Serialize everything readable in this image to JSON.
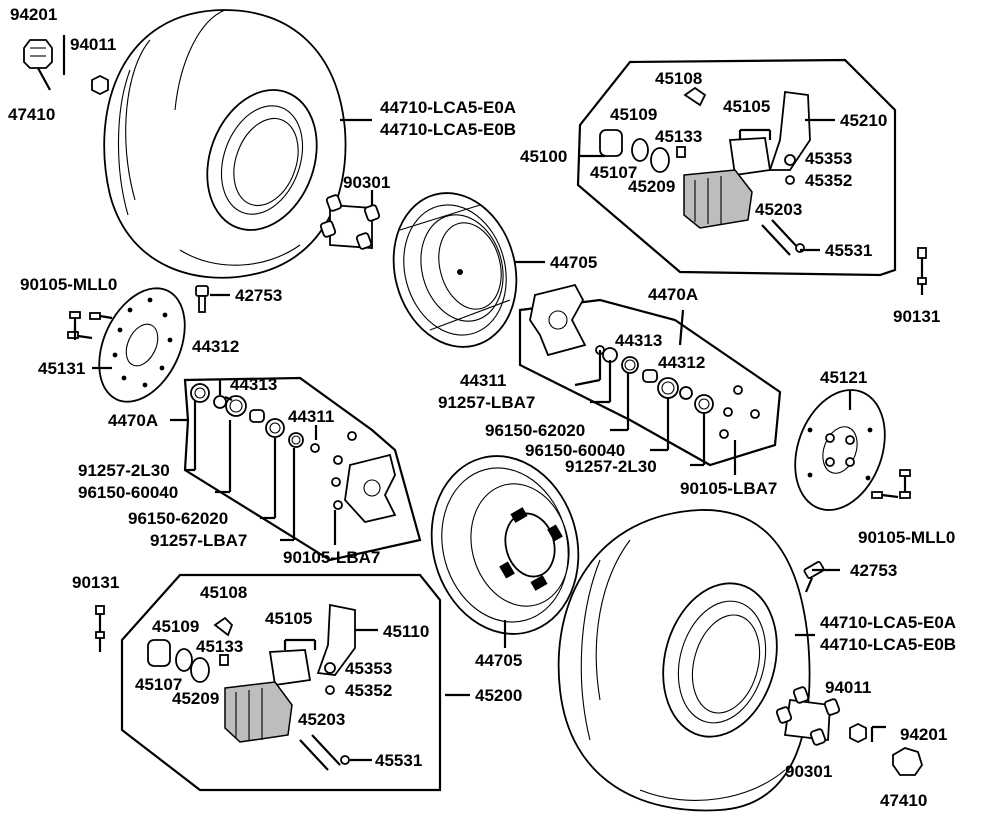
{
  "labels": {
    "p94201_top": "94201",
    "p94011_top": "94011",
    "p47410_top": "47410",
    "p44710a_top": "44710-LCA5-E0A",
    "p44710b_top": "44710-LCA5-E0B",
    "p90301_top": "90301",
    "p44705_top": "44705",
    "p42753_top": "42753",
    "p90105mll0_left": "90105-MLL0",
    "p45131": "45131",
    "p44312_left": "44312",
    "p44313_left": "44313",
    "p4470a_left": "4470A",
    "p44311_left": "44311",
    "p91257_2l30_left": "91257-2L30",
    "p96150_60040_left": "96150-60040",
    "p96150_62020_left": "96150-62020",
    "p91257_lba7_left": "91257-LBA7",
    "p90105_lba7_left": "90105-LBA7",
    "p45108_top": "45108",
    "p45109_top": "45109",
    "p45105_top": "45105",
    "p45133_top": "45133",
    "p45210": "45210",
    "p45100": "45100",
    "p45107_top": "45107",
    "p45209_top": "45209",
    "p45353_top": "45353",
    "p45352_top": "45352",
    "p45203_top": "45203",
    "p45531_top": "45531",
    "p90131_right": "90131",
    "p4470a_right": "4470A",
    "p44313_right": "44313",
    "p44312_right": "44312",
    "p44311_right": "44311",
    "p91257_lba7_right": "91257-LBA7",
    "p96150_62020_right": "96150-62020",
    "p96150_60040_right": "96150-60040",
    "p91257_2l30_right": "91257-2L30",
    "p90105_lba7_right": "90105-LBA7",
    "p45121": "45121",
    "p90105mll0_right": "90105-MLL0",
    "p42753_bottom": "42753",
    "p44710a_bottom": "44710-LCA5-E0A",
    "p44710b_bottom": "44710-LCA5-E0B",
    "p44705_bottom": "44705",
    "p94011_bottom": "94011",
    "p94201_bottom": "94201",
    "p90301_bottom": "90301",
    "p47410_bottom": "47410",
    "p90131_left": "90131",
    "p45108_bottom": "45108",
    "p45109_bottom": "45109",
    "p45105_bottom": "45105",
    "p45133_bottom": "45133",
    "p45110": "45110",
    "p45107_bottom": "45107",
    "p45209_bottom": "45209",
    "p45353_bottom": "45353",
    "p45352_bottom": "45352",
    "p45200": "45200",
    "p45203_bottom": "45203",
    "p45531_bottom": "45531"
  }
}
